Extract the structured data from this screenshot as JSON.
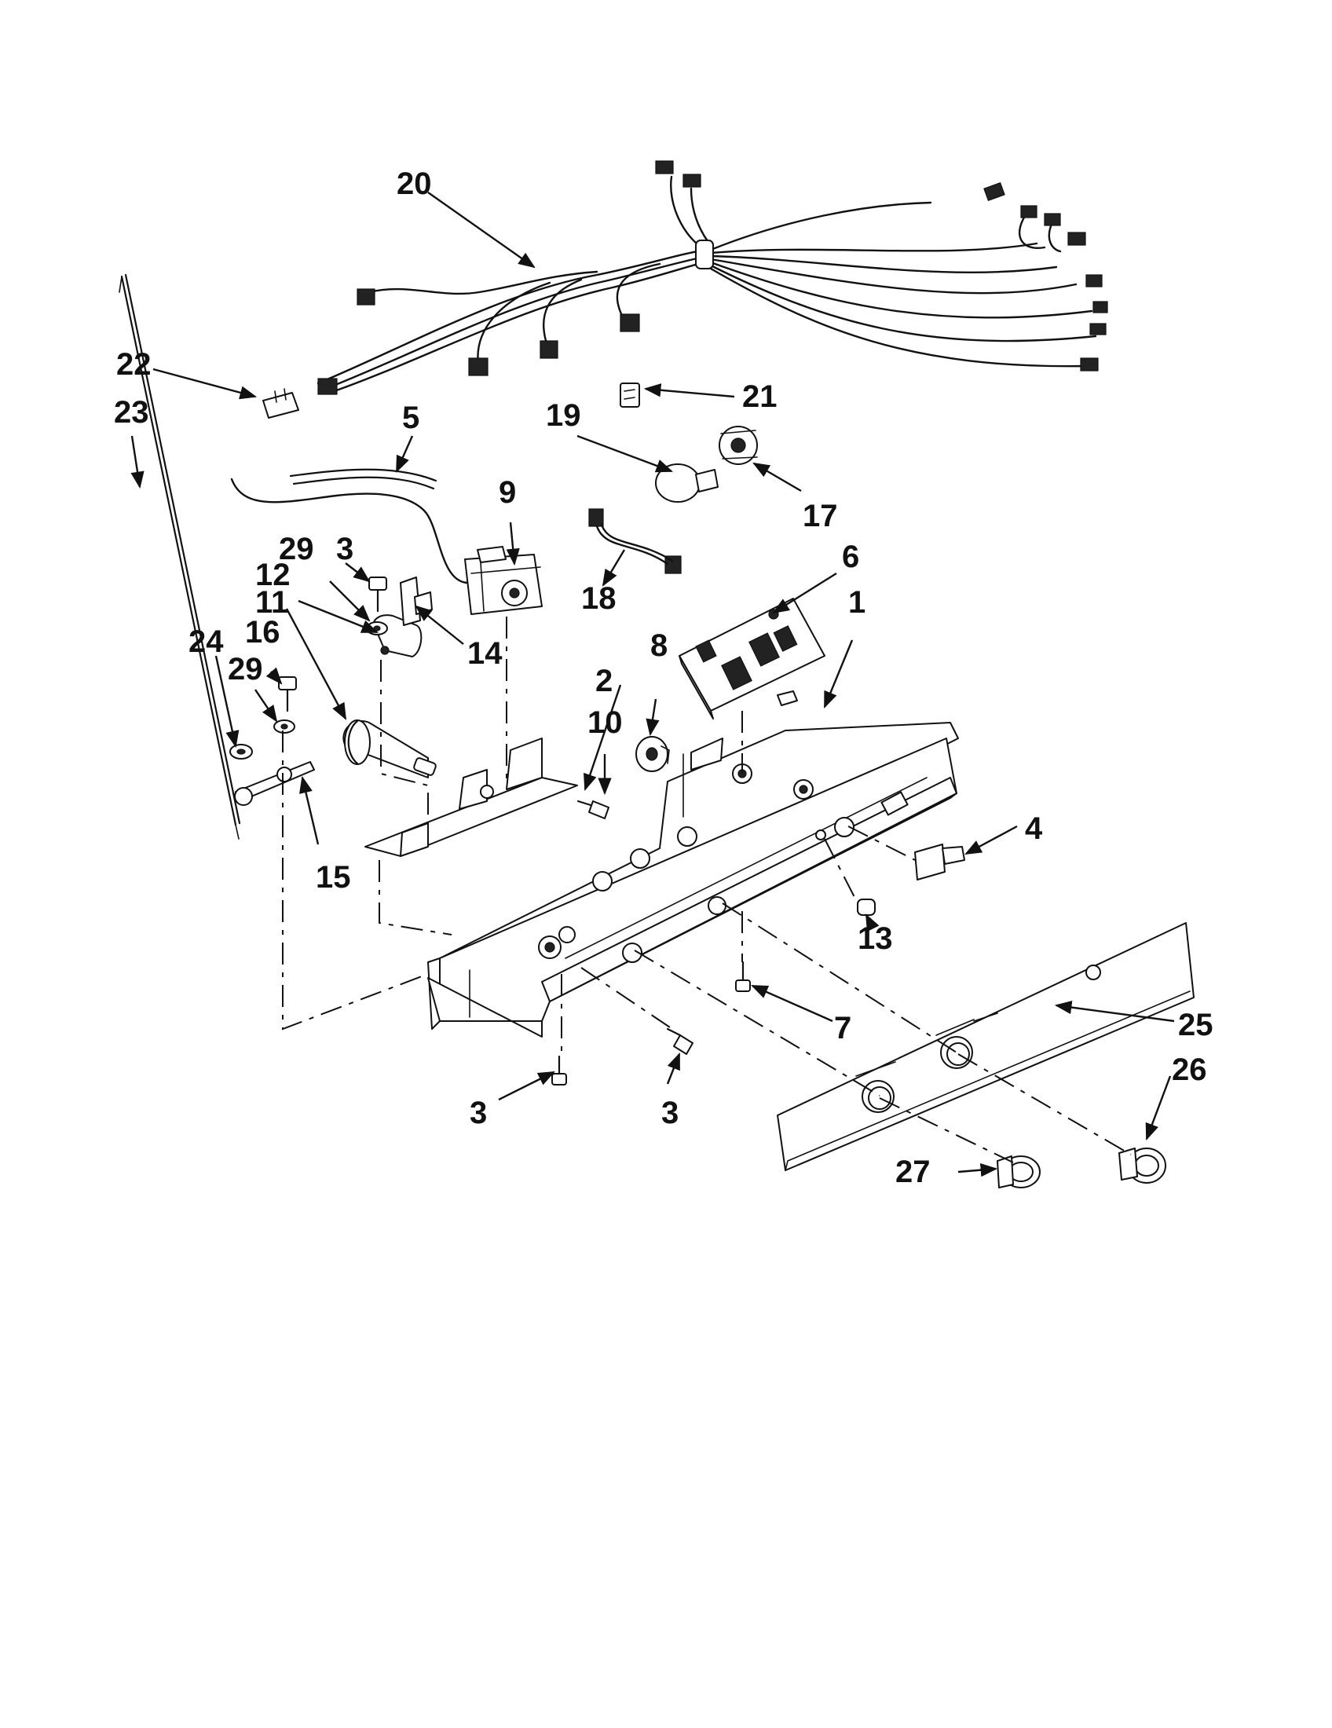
{
  "callouts": {
    "c1": "1",
    "c2": "2",
    "c3a": "3",
    "c3b": "3",
    "c3c": "3",
    "c4": "4",
    "c5": "5",
    "c6": "6",
    "c7": "7",
    "c8": "8",
    "c9": "9",
    "c10": "10",
    "c11": "11",
    "c12": "12",
    "c13": "13",
    "c14": "14",
    "c15": "15",
    "c16": "16",
    "c17": "17",
    "c18": "18",
    "c19": "19",
    "c20": "20",
    "c21": "21",
    "c22": "22",
    "c23": "23",
    "c24": "24",
    "c25": "25",
    "c26": "26",
    "c27": "27",
    "c29a": "29",
    "c29b": "29"
  }
}
